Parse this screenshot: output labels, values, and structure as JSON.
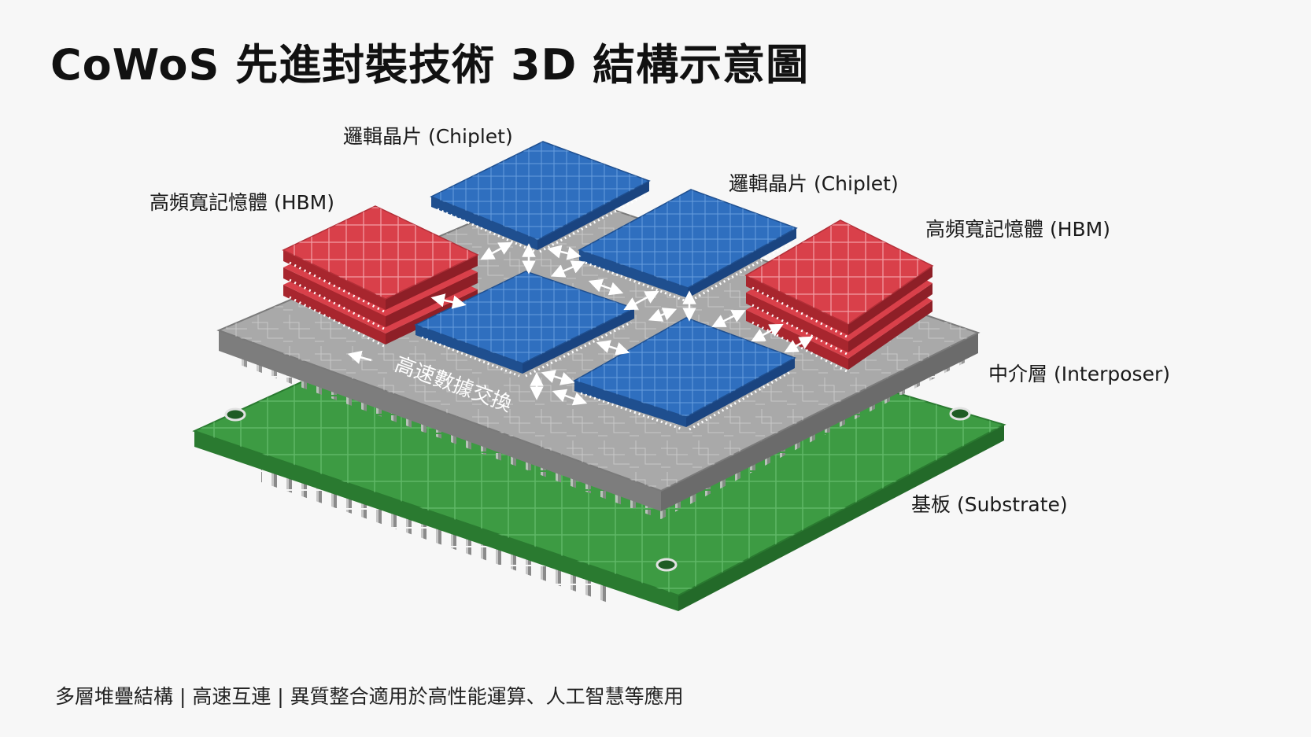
{
  "title": "CoWoS 先進封裝技術 3D 結構示意圖",
  "labels": {
    "chiplet_top": "邏輯晶片 (Chiplet)",
    "chiplet_right": "邏輯晶片 (Chiplet)",
    "hbm_left": "高頻寬記憶體 (HBM)",
    "hbm_right": "高頻寬記憶體 (HBM)",
    "interposer": "中介層 (Interposer)",
    "substrate": "基板 (Substrate)",
    "data_exchange": "高速數據交換"
  },
  "caption": "多層堆疊結構 | 高速互連 | 異質整合適用於高性能運算、人工智慧等應用",
  "colors": {
    "chiplet": "#2f6fbf",
    "hbm": "#d9404a",
    "interposer": "#a3a3a3",
    "substrate": "#3d9b43"
  }
}
